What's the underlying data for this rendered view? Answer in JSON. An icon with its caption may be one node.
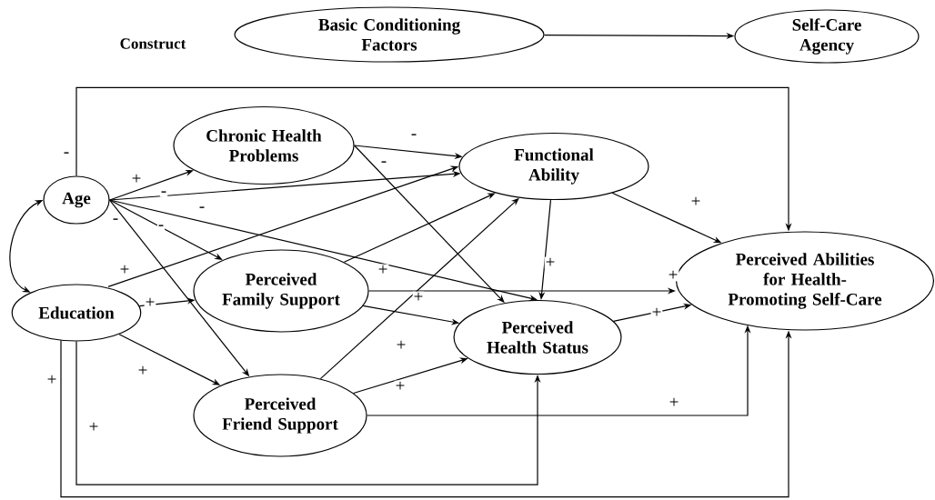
{
  "diagram": {
    "nodes": [
      {
        "text": [
          "Basic Conditioning Factors"
        ]
      },
      {
        "text": [
          "Self-Care Agency"
        ]
      },
      {
        "text": [
          "Age"
        ]
      },
      {
        "text": [
          "Education"
        ]
      },
      {
        "text": [
          "Chronic Health Problems"
        ]
      },
      {
        "text": [
          "Functional Ability"
        ]
      },
      {
        "text": [
          "Perceived Family Support"
        ]
      },
      {
        "text": [
          "Perceived Health Status"
        ]
      },
      {
        "text": [
          "Perceived Friend Support"
        ]
      },
      {
        "text": [
          "Perceived Abilities for Health-Promoting Self-Care"
        ]
      }
    ],
    "edges": [
      {
        "from": 0,
        "to": 1,
        "arrow": "to"
      },
      {
        "from": 2,
        "to": 3,
        "arrow": "both"
      },
      {
        "from": 2,
        "to": 4,
        "arrow": "to",
        "label": "+"
      },
      {
        "from": 2,
        "to": 5,
        "arrow": "to",
        "label": "-"
      },
      {
        "from": 2,
        "to": 6,
        "arrow": "to",
        "label": "-"
      },
      {
        "from": 2,
        "to": 7,
        "arrow": "to",
        "label": "-"
      },
      {
        "from": 2,
        "to": 8,
        "arrow": "to",
        "label": "-"
      },
      {
        "from": 2,
        "to": 9,
        "arrow": "to",
        "label": "-"
      },
      {
        "from": 3,
        "to": 5,
        "arrow": "to",
        "label": "+"
      },
      {
        "from": 3,
        "to": 6,
        "arrow": "to",
        "label": "+"
      },
      {
        "from": 3,
        "to": 8,
        "arrow": "to",
        "label": "+"
      },
      {
        "from": 3,
        "to": 7,
        "arrow": "to",
        "label": "+"
      },
      {
        "from": 3,
        "to": 9,
        "arrow": "to",
        "label": "+"
      },
      {
        "from": 4,
        "to": 5,
        "arrow": "to",
        "label": "-"
      },
      {
        "from": 4,
        "to": 7,
        "arrow": "to",
        "label": "-"
      },
      {
        "from": 6,
        "to": 5,
        "arrow": "to",
        "label": "+"
      },
      {
        "from": 6,
        "to": 7,
        "arrow": "to",
        "label": "+"
      },
      {
        "from": 6,
        "to": 9,
        "arrow": "to",
        "label": "+"
      },
      {
        "from": 8,
        "to": 5,
        "arrow": "to",
        "label": "+"
      },
      {
        "from": 8,
        "to": 7,
        "arrow": "to",
        "label": "+"
      },
      {
        "from": 8,
        "to": 9,
        "arrow": "to",
        "label": "+"
      },
      {
        "from": 5,
        "to": 7,
        "arrow": "to",
        "label": "+"
      },
      {
        "from": 5,
        "to": 9,
        "arrow": "to",
        "label": "+"
      },
      {
        "from": 7,
        "to": 9,
        "arrow": "to",
        "label": "+"
      }
    ],
    "labels": [
      "Construct"
    ]
  }
}
